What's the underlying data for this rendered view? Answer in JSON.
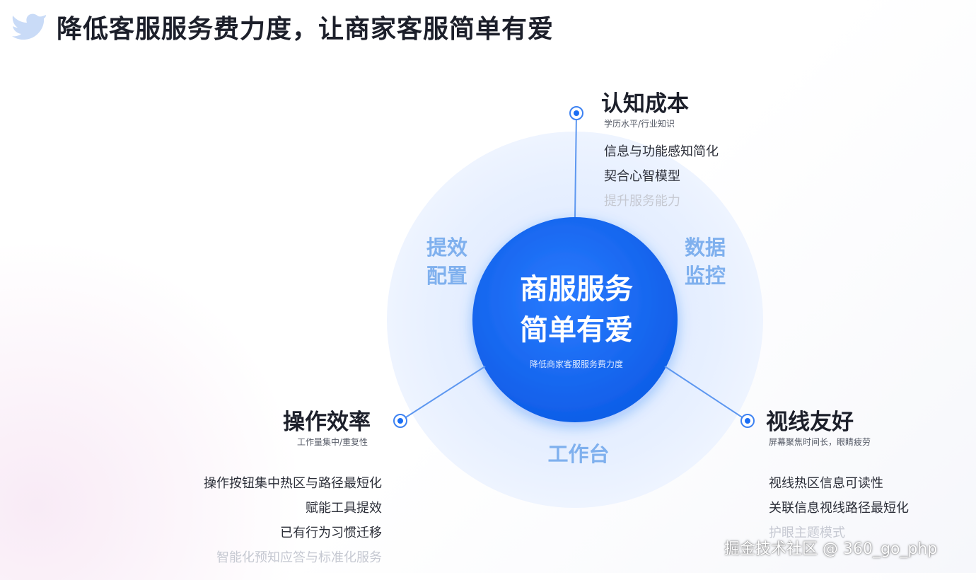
{
  "header": {
    "logo_icon": "bird-logo-icon",
    "title": "降低客服服务费力度，让商家客服简单有爱"
  },
  "diagram": {
    "ring_labels": {
      "top_left": [
        "提效",
        "配置"
      ],
      "top_right": [
        "数据",
        "监控"
      ],
      "bottom": "工作台"
    },
    "center": {
      "title_lines": [
        "商服服务",
        "简单有爱"
      ],
      "subtitle": "降低商家客服服务费力度"
    },
    "nodes": {
      "cognition": {
        "title": "认知成本",
        "subtitle": "学历水平/行业知识",
        "items": [
          {
            "text": "信息与功能感知简化",
            "faded": false
          },
          {
            "text": "契合心智模型",
            "faded": false
          },
          {
            "text": "提升服务能力",
            "faded": true
          }
        ]
      },
      "operation": {
        "title": "操作效率",
        "subtitle": "工作量集中/重复性",
        "items": [
          {
            "text": "操作按钮集中热区与路径最短化",
            "faded": false
          },
          {
            "text": "赋能工具提效",
            "faded": false
          },
          {
            "text": "已有行为习惯迁移",
            "faded": false
          },
          {
            "text": "智能化预知应答与标准化服务",
            "faded": true
          }
        ]
      },
      "visual": {
        "title": "视线友好",
        "subtitle": "屏幕聚焦时间长，眼睛疲劳",
        "items": [
          {
            "text": "视线热区信息可读性",
            "faded": false
          },
          {
            "text": "关联信息视线路径最短化",
            "faded": false
          },
          {
            "text": "护眼主题模式",
            "faded": true
          }
        ]
      }
    },
    "colors": {
      "center": "#1a6ef5",
      "ring": "#e8f1ff",
      "ring_label": "#7fb0ee",
      "connector": "#5d97f0"
    }
  },
  "watermark": "掘金技术社区 @ 360_go_php"
}
